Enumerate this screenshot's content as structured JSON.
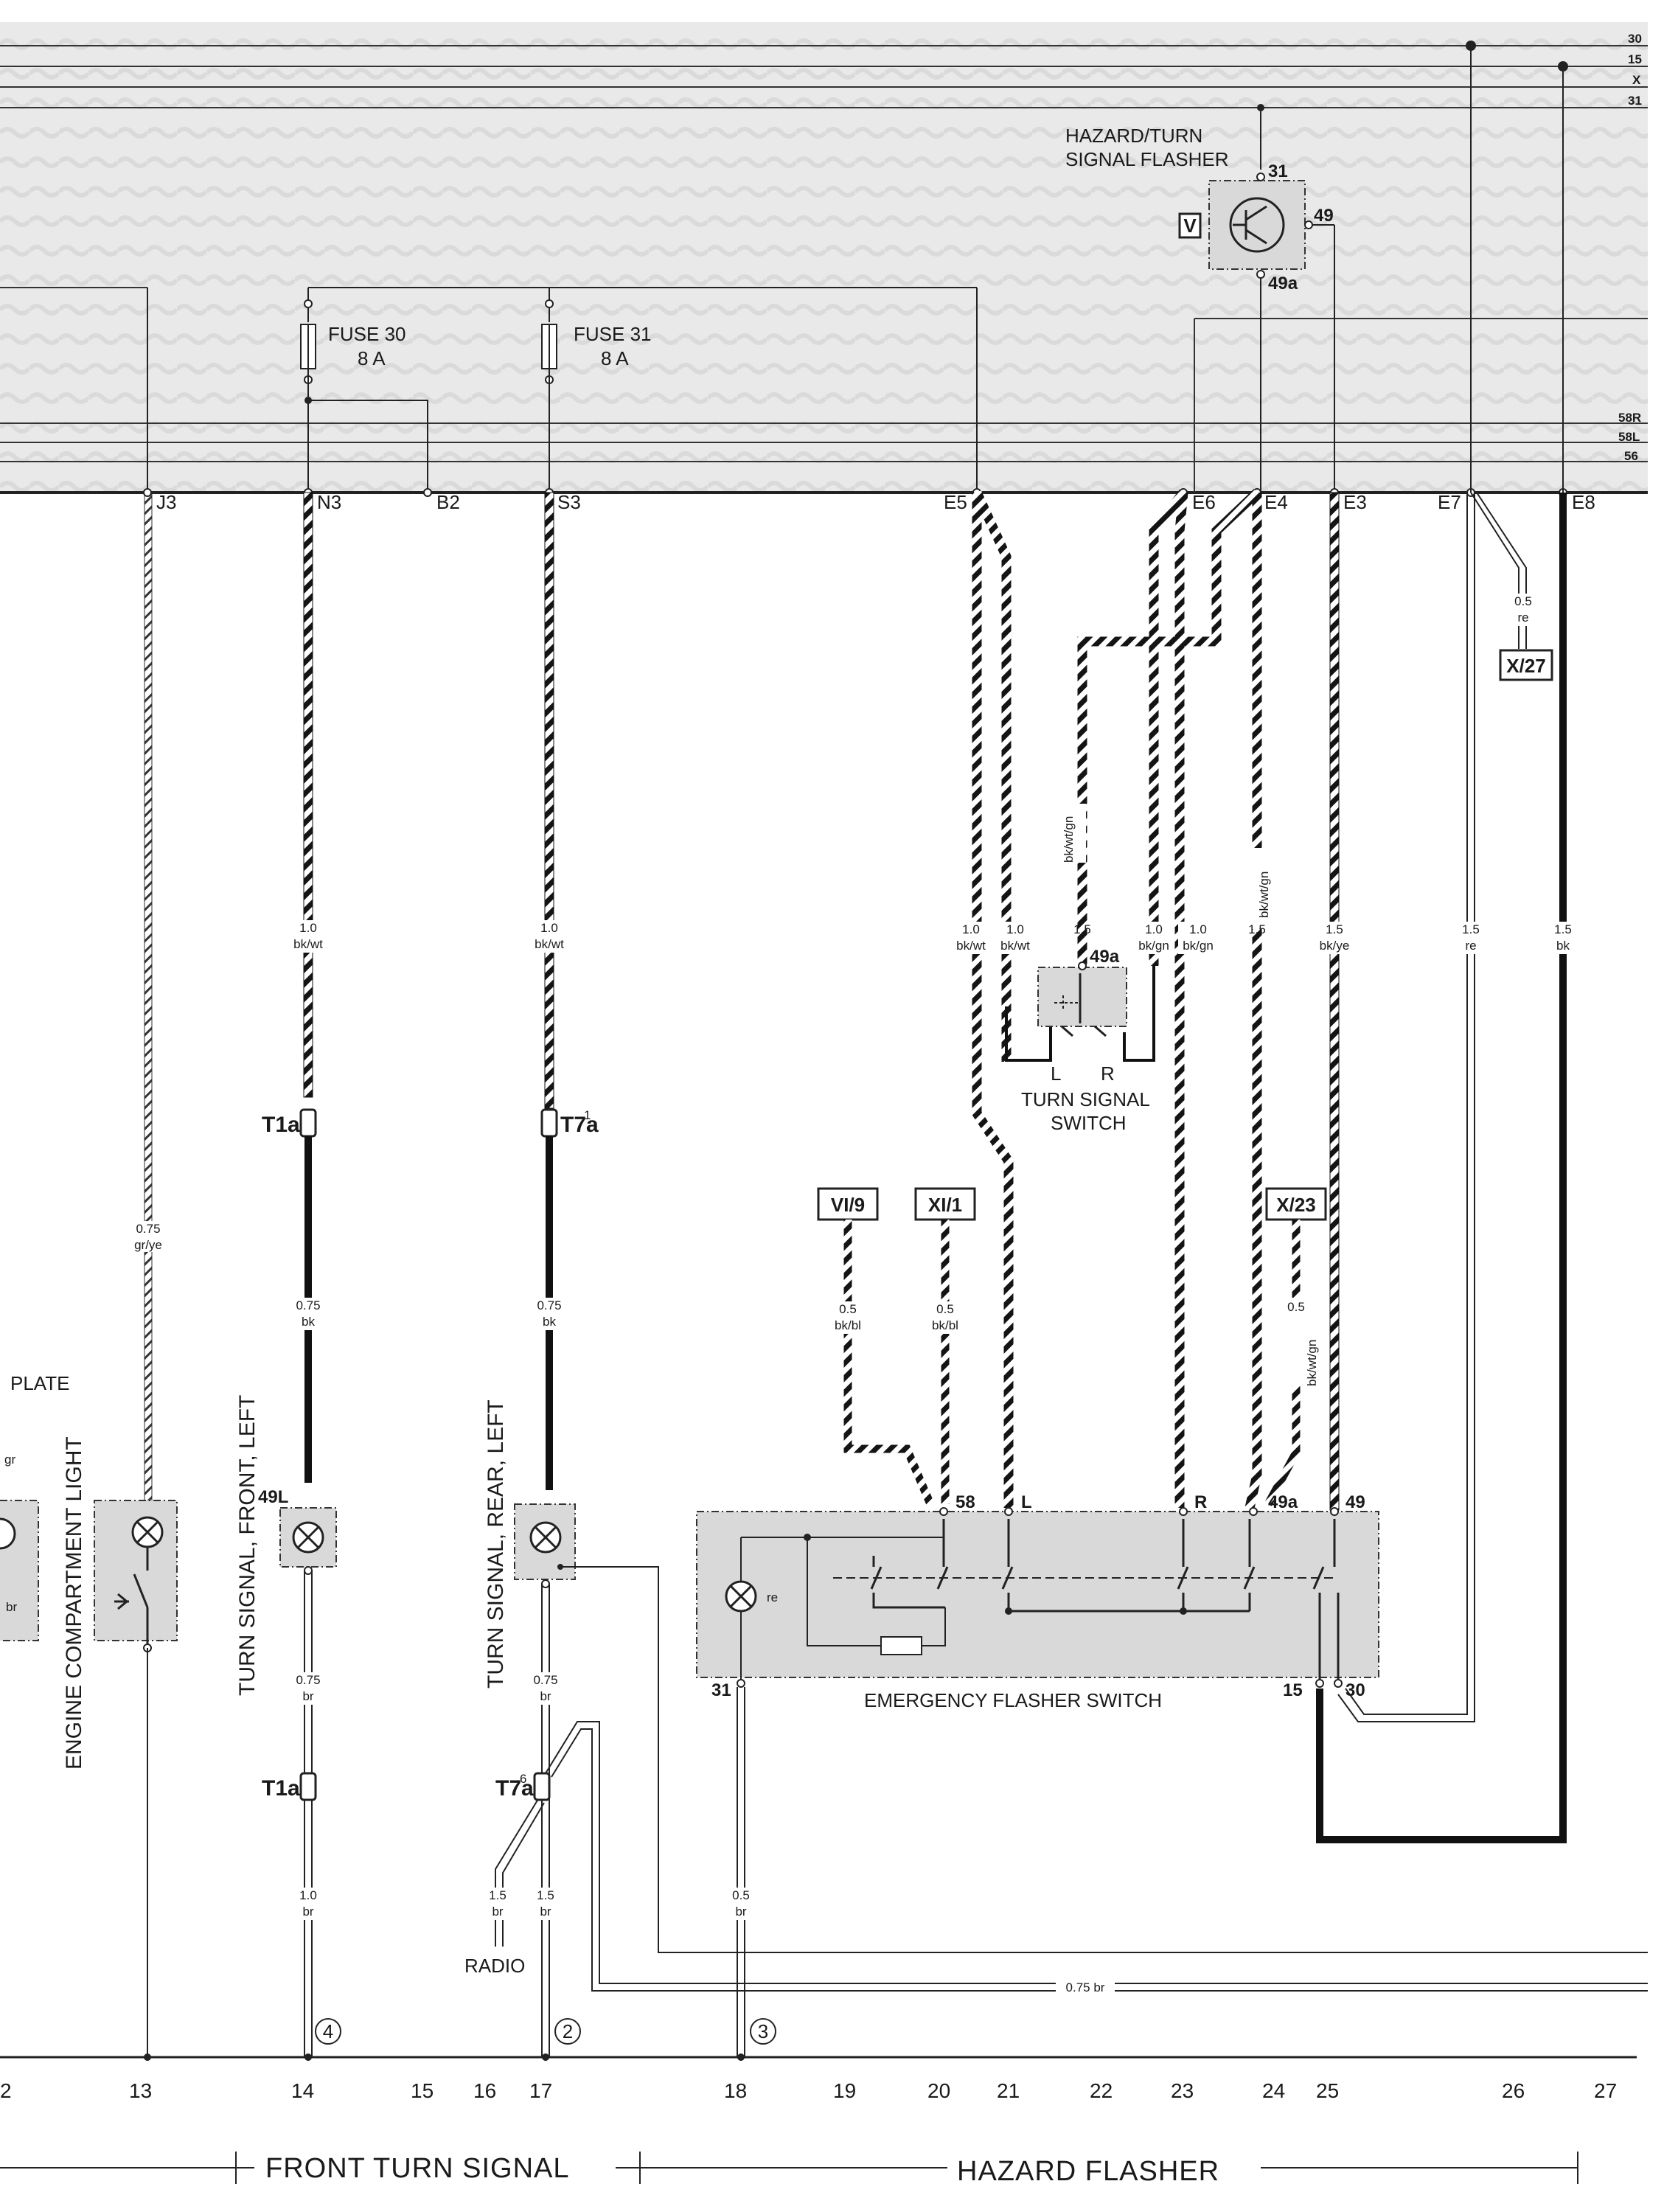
{
  "bus_lines": [
    "30",
    "15",
    "X",
    "31",
    "58R",
    "58L",
    "56"
  ],
  "fuses": [
    {
      "name": "FUSE 30",
      "rating": "8 A"
    },
    {
      "name": "FUSE 31",
      "rating": "8 A"
    }
  ],
  "components": {
    "flasher": {
      "title_line1": "HAZARD/TURN",
      "title_line2": "SIGNAL FLASHER",
      "code": "V",
      "pins": [
        "31",
        "49",
        "49a"
      ]
    },
    "turn_switch": {
      "line1": "TURN SIGNAL",
      "line2": "SWITCH",
      "pin_l": "L",
      "pin_r": "R",
      "pin_49a": "49a"
    },
    "emergency_switch": {
      "label": "EMERGENCY FLASHER SWITCH",
      "lamp": "re",
      "pins": [
        "58",
        "L",
        "R",
        "49a",
        "49",
        "31",
        "15",
        "30"
      ]
    },
    "engine_light": "ENGINE COMPARTMENT LIGHT",
    "front_left": "TURN SIGNAL, FRONT, LEFT",
    "rear_left": "TURN SIGNAL, REAR, LEFT",
    "plate": "PLATE",
    "radio": "RADIO",
    "pin_49l": "49L"
  },
  "connectors": [
    "J3",
    "N3",
    "B2",
    "S3",
    "E5",
    "E6",
    "E4",
    "E3",
    "E7",
    "E8"
  ],
  "refs": [
    "X/27",
    "VI/9",
    "XI/1",
    "X/23"
  ],
  "terminals": [
    "T1a",
    "T7a",
    "1",
    "6"
  ],
  "wires": {
    "w13": [
      "0.75",
      "gr/ye"
    ],
    "n3a": [
      "1.0",
      "bk/wt"
    ],
    "n3b": [
      "0.75",
      "bk"
    ],
    "n3c": [
      "0.75",
      "br"
    ],
    "n3d": [
      "1.0",
      "br"
    ],
    "s3a": [
      "1.0",
      "bk/wt"
    ],
    "s3b": [
      "0.75",
      "bk"
    ],
    "s3c": [
      "0.75",
      "br"
    ],
    "s3d": [
      "1.5",
      "br"
    ],
    "radio_w": [
      "1.5",
      "br"
    ],
    "e5": [
      "1.0",
      "bk/wt"
    ],
    "e5b": [
      "1.0",
      "bk/wt"
    ],
    "ts49": [
      "1.5",
      "bk/wt/gn"
    ],
    "e6a": [
      "1.0",
      "bk/gn"
    ],
    "e6b": [
      "1.0",
      "bk/gn"
    ],
    "e4": [
      "1.5",
      "bk/wt/gn"
    ],
    "e3": [
      "1.5",
      "bk/ye"
    ],
    "e7": [
      "1.5",
      "re"
    ],
    "e7top": [
      "0.5",
      "re"
    ],
    "e8": [
      "1.5",
      "bk"
    ],
    "vi9": [
      "0.5",
      "bk/bl"
    ],
    "xi1": [
      "0.5",
      "bk/bl"
    ],
    "x23": [
      "0.5",
      "bk/wt/gn"
    ],
    "g18": [
      "0.5",
      "br"
    ],
    "mid": "0.75 br"
  },
  "ground_nodes": [
    "4",
    "2",
    "3"
  ],
  "columns": [
    "2",
    "13",
    "14",
    "15",
    "16",
    "17",
    "18",
    "19",
    "20",
    "21",
    "22",
    "23",
    "24",
    "25",
    "26",
    "27"
  ],
  "sections": [
    "FRONT TURN SIGNAL",
    "HAZARD FLASHER"
  ]
}
